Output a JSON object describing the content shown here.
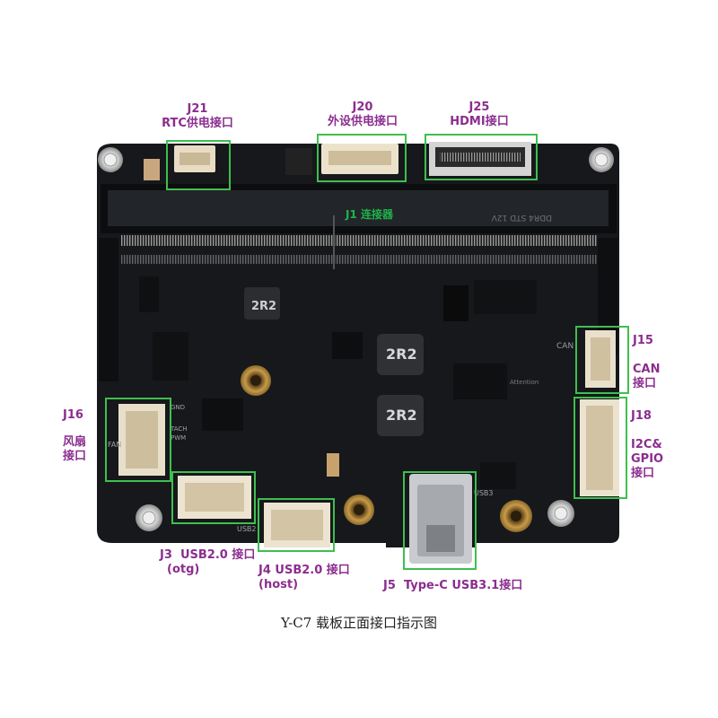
{
  "caption": "Y-C7 载板正面接口指示图",
  "connectors": {
    "j21": {
      "id": "J21",
      "name": "RTC供电接口"
    },
    "j20": {
      "id": "J20",
      "name": "外设供电接口"
    },
    "j25": {
      "id": "J25",
      "name": "HDMI接口"
    },
    "j1": {
      "id": "J1",
      "name": "连接器"
    },
    "j15": {
      "id": "J15",
      "name_1": "CAN",
      "name_2": "接口"
    },
    "j18": {
      "id": "J18",
      "name_1": "I2C&",
      "name_2": "GPIO",
      "name_3": "接口"
    },
    "j16": {
      "id": "J16",
      "name_1": "风扇",
      "name_2": "接口"
    },
    "j3": {
      "id": "J3",
      "name": "USB2.0 接口",
      "sub": "(otg)"
    },
    "j4": {
      "id": "J4",
      "name": "USB2.0 接口",
      "sub": "(host)"
    },
    "j5": {
      "id": "J5",
      "name": "Type-C USB3.1接口"
    }
  },
  "silkscreen": {
    "fan": "FAN",
    "gnd": "GND",
    "tach": "TACH",
    "pwm": "PWM",
    "can": "CAN",
    "usb3": "USB3",
    "usb2": "USB2",
    "ddr4": "DDR4 STD 12V",
    "inductor_1": "2R2",
    "inductor_2": "2R2",
    "inductor_3": "2R2",
    "attention": "Attention"
  },
  "colors": {
    "board": "#17191c",
    "highlight": "#3fbf4f",
    "label": "#8b2d8f",
    "j1_label": "#1fb34a"
  }
}
